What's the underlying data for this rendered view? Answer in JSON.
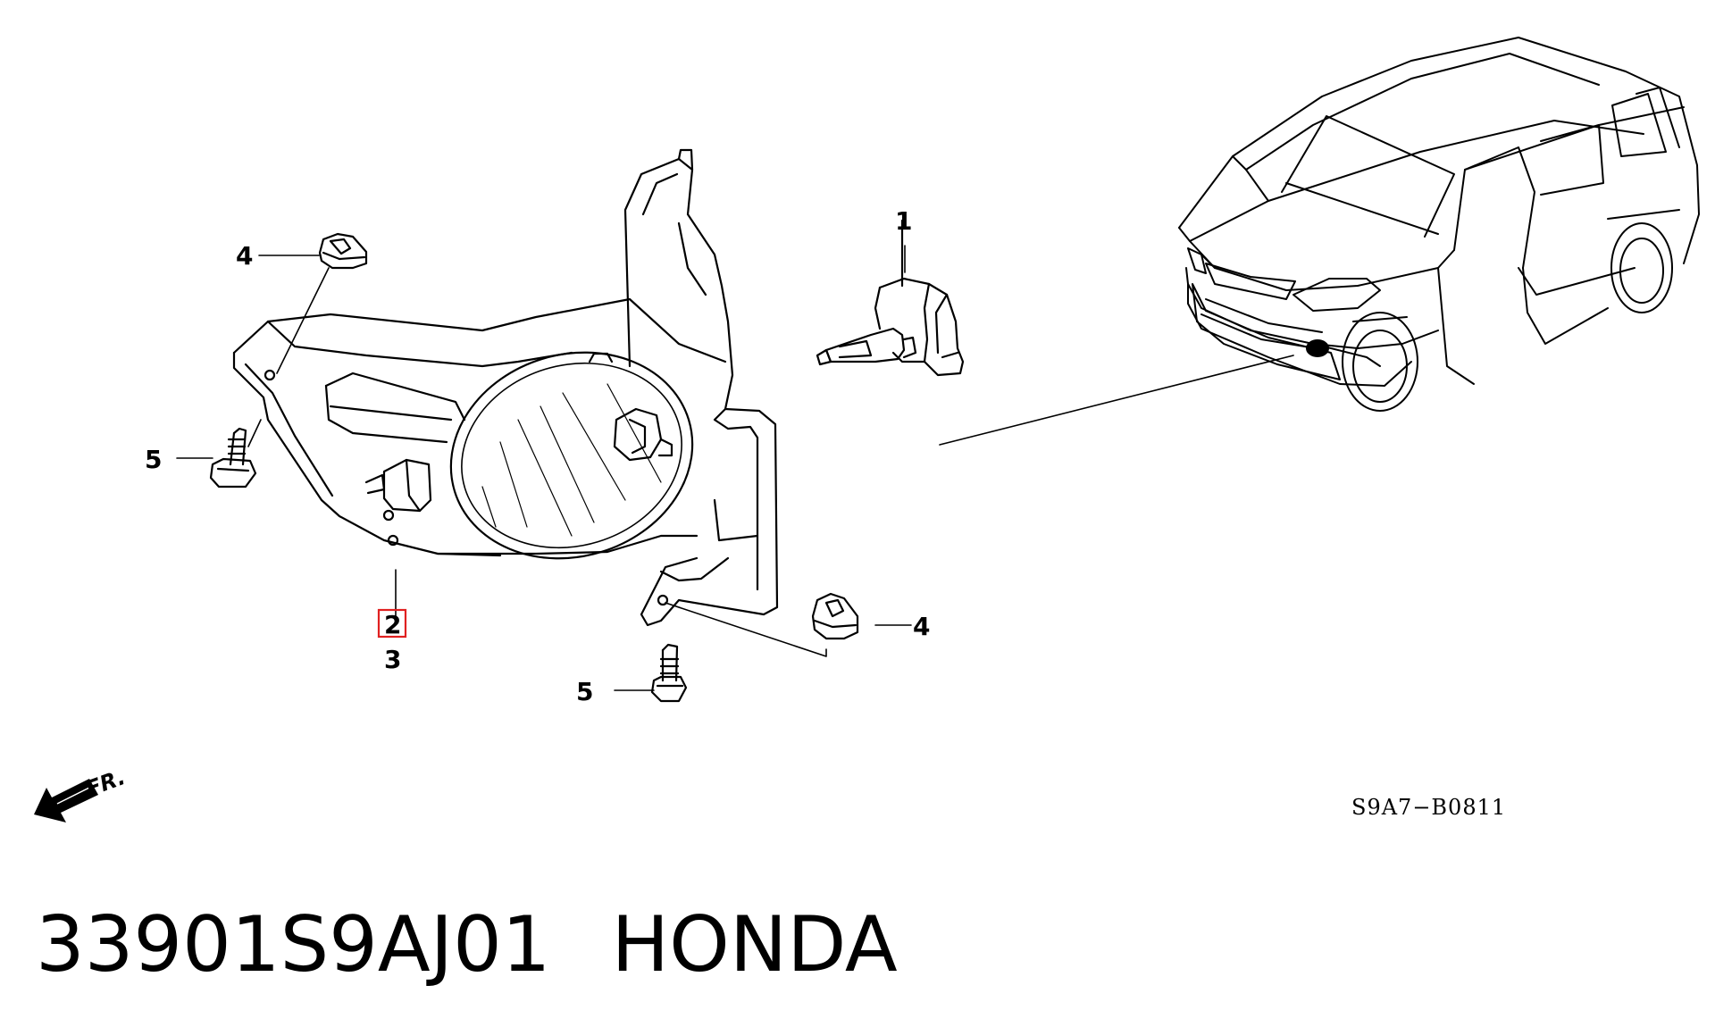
{
  "callouts": {
    "bulb": "1",
    "lamp_box": "2",
    "lamp": "3",
    "clip_top": "4",
    "clip_bottom": "4",
    "bolt_left": "5",
    "bolt_bottom": "5"
  },
  "direction_label": "FR.",
  "diagram_code": "S9A7−B0811",
  "caption": {
    "part_number": "33901S9AJ01",
    "brand": "HONDA"
  },
  "colors": {
    "line": "#000000",
    "highlight_box": "#e02020",
    "background": "#ffffff"
  },
  "icons": {
    "front_arrow": "front-direction-arrow-icon"
  }
}
